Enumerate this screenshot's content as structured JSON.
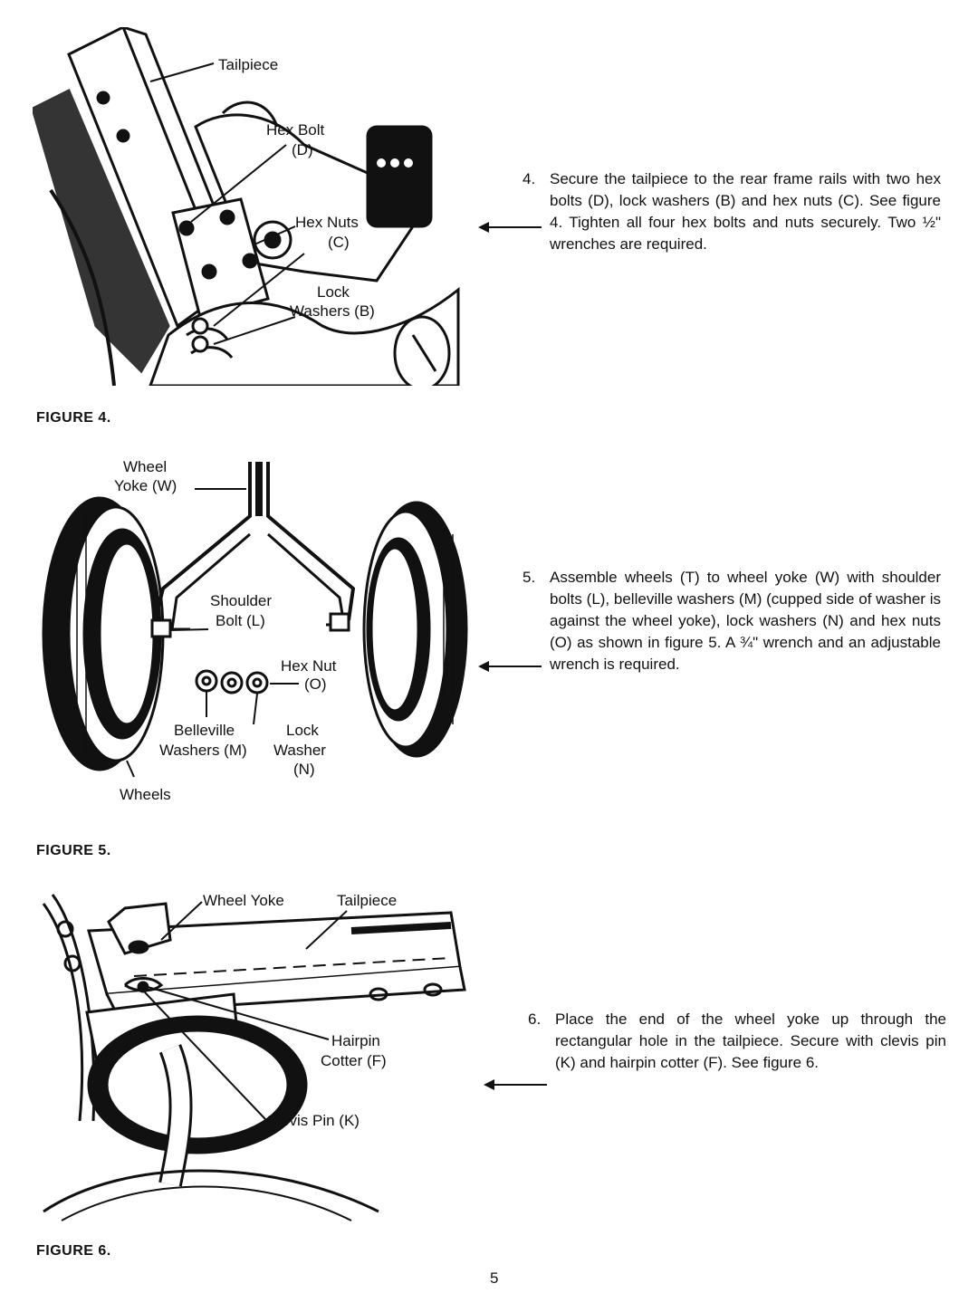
{
  "figures": [
    {
      "caption": "FIGURE 4.",
      "labels": {
        "tailpiece": "Tailpiece",
        "hex_bolt": "Hex Bolt",
        "hex_bolt_letter": "(D)",
        "hex_nuts": "Hex Nuts",
        "hex_nuts_letter": "(C)",
        "lock": "Lock",
        "washers": "Washers (B)"
      }
    },
    {
      "caption": "FIGURE 5.",
      "labels": {
        "wheel": "Wheel",
        "yoke": "Yoke (W)",
        "shoulder": "Shoulder",
        "bolt": "Bolt (L)",
        "hex_nut": "Hex Nut",
        "hex_nut_letter": "(O)",
        "belleville": "Belleville",
        "washers_m": "Washers (M)",
        "lock": "Lock",
        "washer": "Washer",
        "washer_letter": "(N)",
        "wheels": "Wheels"
      }
    },
    {
      "caption": "FIGURE 6.",
      "labels": {
        "wheel_yoke": "Wheel Yoke",
        "tailpiece": "Tailpiece",
        "hairpin": "Hairpin",
        "cotter": "Cotter (F)",
        "clevis": "Clevis Pin (K)"
      }
    }
  ],
  "steps": [
    {
      "number": "4.",
      "text": "Secure the tailpiece to the rear frame rails with two hex bolts (D), lock washers (B) and hex nuts (C). See figure 4. Tighten all four hex bolts and nuts securely. Two ½\" wrenches are required."
    },
    {
      "number": "5.",
      "text": "Assemble wheels (T) to wheel yoke (W) with shoulder bolts (L), belleville washers (M) (cupped side of washer is against the wheel yoke), lock washers (N) and hex nuts (O) as shown in figure 5. A ¾\" wrench and an adjustable wrench is required."
    },
    {
      "number": "6.",
      "text": "Place the end of the wheel yoke up through the rectangular hole in the tailpiece. Secure with clevis pin (K) and hairpin cotter (F). See figure 6."
    }
  ],
  "page_number": "5"
}
